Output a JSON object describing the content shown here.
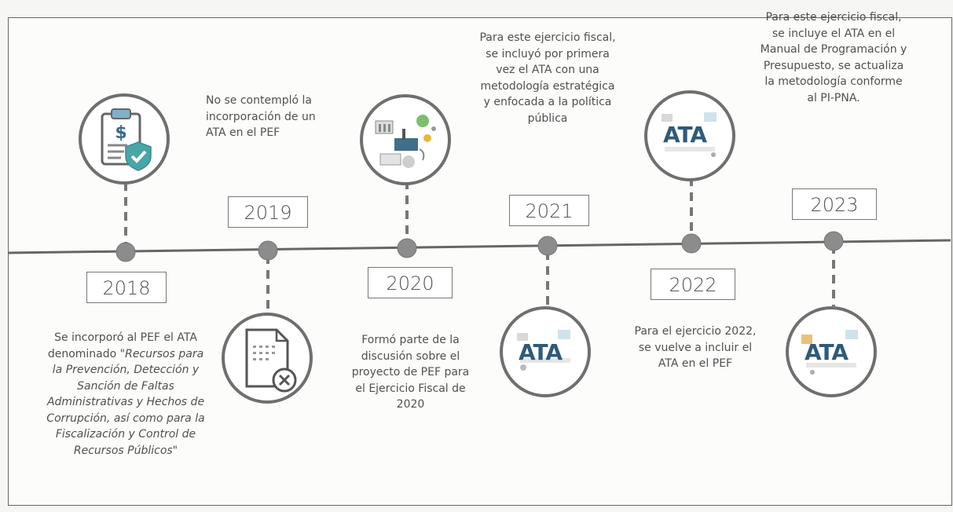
{
  "timeline": {
    "events": [
      {
        "year": "2018",
        "text_normal": "Se incorporó al PEF el ATA denominado",
        "text_italic": "\"Recursos para la Prevención, Detección y Sanción de Faltas Administrativas y Hechos de Corrupción, así como para la Fiscalización y Control de Recursos Públicos\"",
        "icon": "budget-document-shield-icon"
      },
      {
        "year": "2019",
        "text": "No se contempló la incorporación de un ATA en el PEF",
        "icon": "document-rejected-icon"
      },
      {
        "year": "2020",
        "text": "Formó parte de la discusión sobre el proyecto de PEF para el Ejercicio Fiscal de 2020",
        "icon": "public-policy-illustration-icon"
      },
      {
        "year": "2021",
        "text": "Para este ejercicio fiscal, se incluyó por primera vez el ATA con una metodología estratégica y enfocada a la política pública",
        "icon": "ata-illustration-icon",
        "icon_label": "ATA"
      },
      {
        "year": "2022",
        "text": "Para el ejercicio 2022, se vuelve a incluir el ATA en el PEF",
        "icon": "ata-illustration-icon",
        "icon_label": "ATA"
      },
      {
        "year": "2023",
        "text": "Para este ejercicio fiscal, se incluye el ATA en el Manual de Programación y Presupuesto, se actualiza la metodología conforme al PI-PNA.",
        "icon": "ata-illustration-icon",
        "icon_label": "ATA"
      }
    ],
    "colors": {
      "line": "#666666",
      "node": "#8c8c8c",
      "ata_text": "#2f5b78",
      "accent_teal": "#4aa3a8",
      "accent_green": "#7cbf6b"
    }
  }
}
